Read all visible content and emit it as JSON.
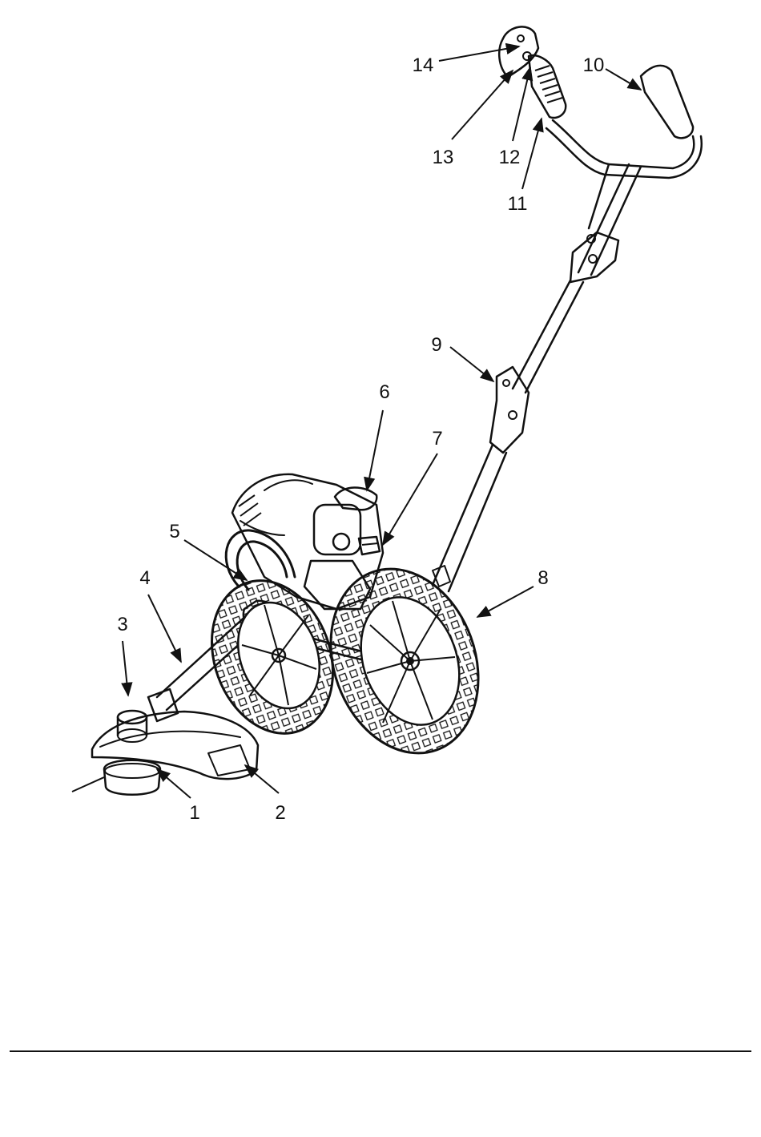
{
  "figure": {
    "kind": "exploded parts diagram of a wheeled string trimmer",
    "line_color": "#111111",
    "background_color": "#ffffff"
  },
  "callouts": [
    {
      "id": 1,
      "label": "1"
    },
    {
      "id": 2,
      "label": "2"
    },
    {
      "id": 3,
      "label": "3"
    },
    {
      "id": 4,
      "label": "4"
    },
    {
      "id": 5,
      "label": "5"
    },
    {
      "id": 6,
      "label": "6"
    },
    {
      "id": 7,
      "label": "7"
    },
    {
      "id": 8,
      "label": "8"
    },
    {
      "id": 9,
      "label": "9"
    },
    {
      "id": 10,
      "label": "10"
    },
    {
      "id": 11,
      "label": "11"
    },
    {
      "id": 12,
      "label": "12"
    },
    {
      "id": 13,
      "label": "13"
    },
    {
      "id": 14,
      "label": "14"
    }
  ]
}
